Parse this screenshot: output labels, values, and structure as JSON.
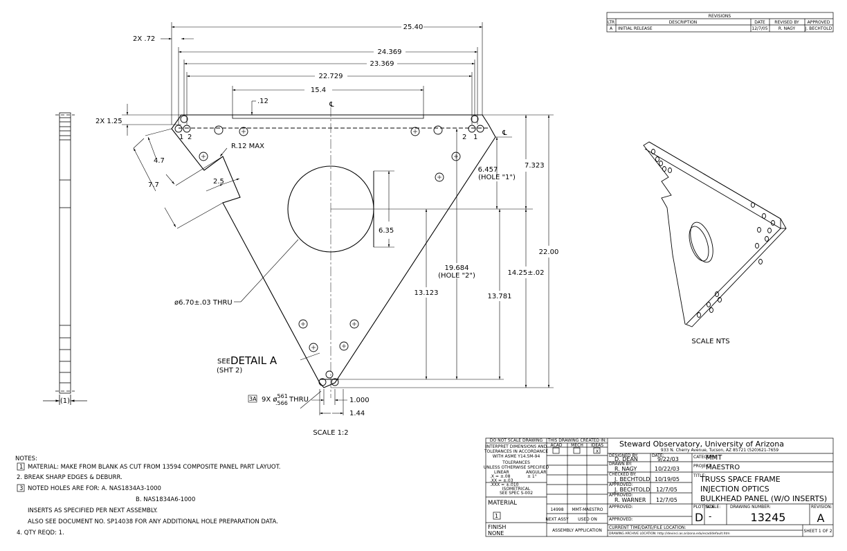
{
  "revisions": {
    "title": "REVISIONS",
    "headers": [
      "LTR",
      "DESCRIPTION",
      "DATE",
      "REVISED BY",
      "APPROVED"
    ],
    "rows": [
      [
        "A",
        "INITIAL RELEASE",
        "12/7/05",
        "R. NAGY",
        "J. BECHTOLD"
      ]
    ]
  },
  "dimensions": {
    "d2540": "25.40",
    "d24369": "24.369",
    "d23369": "23.369",
    "d22729": "22.729",
    "d154": "15.4",
    "d72": "2X .72",
    "d12": ".12",
    "d125": "2X 1.25",
    "d47": "4.7",
    "d77": "7.7",
    "d25": "2.5",
    "r12": "R.12 MAX",
    "d6457": "6.457",
    "hole1": "(HOLE \"1\")",
    "d7323": "7.323",
    "d635": "6.35",
    "d19684": "19.684",
    "hole2": "(HOLE \"2\")",
    "d13123": "13.123",
    "d13781": "13.781",
    "d1425": "14.25±.02",
    "d2200": "22.00",
    "dia670": "ø6.70±.03 THRU",
    "see": "SEE",
    "detail": "DETAIL A",
    "sht2": "(SHT 2)",
    "holes_prefix": "9X ø",
    "holes_top": ".561",
    "holes_bot": ".566",
    "thru": "THRU",
    "flag3a": "3A",
    "d1000": "1.000",
    "d144": "1.44",
    "thick": "(1)",
    "label1a": "1",
    "label2a": "2",
    "label1b": "1",
    "label2b": "2",
    "cl": "℄"
  },
  "scales": {
    "main": "SCALE 1:2",
    "iso": "SCALE NTS"
  },
  "notes": {
    "header": "NOTES:",
    "n1_flag": "1",
    "n1": "MATERIAL: MAKE FROM BLANK AS CUT FROM 13594 COMPOSITE PANEL PART LAYUOT.",
    "n2": "2. BREAK SHARP EDGES & DEBURR.",
    "n3_flag": "3",
    "n3": "NOTED HOLES ARE FOR: A. NAS1834A3-1000",
    "n3b": "B. NAS1834A6-1000",
    "n3c": "INSERTS AS SPECIFIED PER NEXT ASSEMBLY.",
    "n3d": "ALSO SEE DOCUMENT NO. SP14038 FOR ANY ADDITIONAL HOLE PREPARATION DATA.",
    "n4": "4. QTY REQD: 1."
  },
  "titleblock": {
    "noscale": "DO NOT SCALE DRAWING",
    "interpret": [
      "INTERPRET DIMENSIONS AND",
      "TOLERANCES IN ACCORDANCE",
      "WITH ASME Y14.5M-94"
    ],
    "tolerances": "TOLERANCES",
    "unless": "UNLESS OTHERWISE SPECIFIED",
    "linear": "LINEAR",
    "angular": "ANGULAR",
    "tol1": ".X   = ±.08",
    "tol2": ".XX  = ±.03",
    "tol3": ".XXX = ±.010",
    "tolang": "± 1°",
    "isometrical": "ISOMETRICAL",
    "seespec": "SEE SPEC S-002",
    "created": "THIS DRAWING CREATED IN:",
    "acad": "ACAD",
    "mech": "MECH",
    "ideas": "IDEAS",
    "ideas_mark": "X",
    "material": "MATERIAL",
    "material_flag": "1",
    "finish": "FINISH",
    "finish_val": "NONE",
    "partno": "14998",
    "partproj": "MMT-MAESTRO",
    "nextassy": "NEXT ASSY",
    "usedon": "USED ON",
    "assyapp": "ASSEMBLY APPLICATION",
    "org": "Steward Observatory, University of Arizona",
    "address": "933 N. Cherry Avenue, Tucson, AZ  85721   (520)621-7659",
    "designed_lbl": "DESIGNED BY:",
    "designed": "D. DEAN",
    "date_lbl": "DATE:",
    "designed_date": "9/22/03",
    "drawn_lbl": "DRAWN BY:",
    "drawn": "R. NAGY",
    "drawn_date": "10/22/03",
    "checked_lbl": "CHECKED BY:",
    "checked": "J. BECHTOLD",
    "checked_date": "10/19/05",
    "approved_lbl": "APPROVED:",
    "approved1": "J. BECHTOLD",
    "approved1_date": "12/7/05",
    "approved2": "R. WARNER",
    "approved2_date": "12/7/05",
    "category_lbl": "CATEGORY:",
    "category": "MMT",
    "project_lbl": "PROJECT:",
    "project": "MAESTRO",
    "title_lbl": "TITLE:",
    "title1": "TRUSS SPACE FRAME",
    "title2": "INJECTION OPTICS",
    "title3": "BULKHEAD PANEL (W/O INSERTS)",
    "plotsize_lbl": "PLOT SIZE",
    "plotsize": "D",
    "scale_lbl": "SCALE:",
    "scale": "-",
    "dwgno_lbl": "DRAWING NUMBER:",
    "dwgno": "13245",
    "rev_lbl": "REVISION:",
    "rev": "A",
    "curloc": "CURRENT TIME/DATE/FILE LOCATION:",
    "archloc": "DRAWING ARCHIVE LOCATION: http://devinci.as.arizona.edu/ecad/default.htm",
    "sheet": "SHEET 1 OF 2"
  }
}
